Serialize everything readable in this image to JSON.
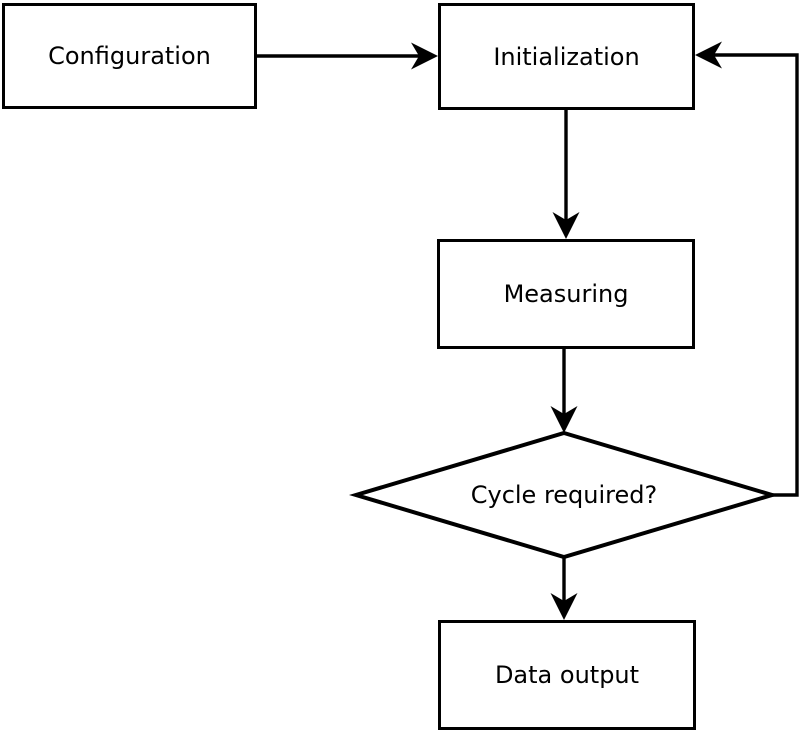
{
  "diagram": {
    "type": "flowchart",
    "background_color": "#ffffff",
    "line_color": "#000000",
    "text_color": "#000000",
    "nodes": [
      {
        "id": "configuration",
        "label": "Configuration",
        "shape": "rectangle"
      },
      {
        "id": "initialization",
        "label": "Initialization",
        "shape": "rectangle"
      },
      {
        "id": "measuring",
        "label": "Measuring",
        "shape": "rectangle"
      },
      {
        "id": "cycle-required",
        "label": "Cycle required?",
        "shape": "diamond"
      },
      {
        "id": "data-output",
        "label": "Data output",
        "shape": "rectangle"
      }
    ],
    "edges": [
      {
        "from": "configuration",
        "to": "initialization",
        "style": "arrow"
      },
      {
        "from": "initialization",
        "to": "measuring",
        "style": "arrow"
      },
      {
        "from": "measuring",
        "to": "cycle-required",
        "style": "arrow"
      },
      {
        "from": "cycle-required",
        "to": "data-output",
        "style": "arrow"
      },
      {
        "from": "cycle-required",
        "to": "initialization",
        "style": "arrow",
        "note": "feedback loop via right side"
      }
    ]
  }
}
